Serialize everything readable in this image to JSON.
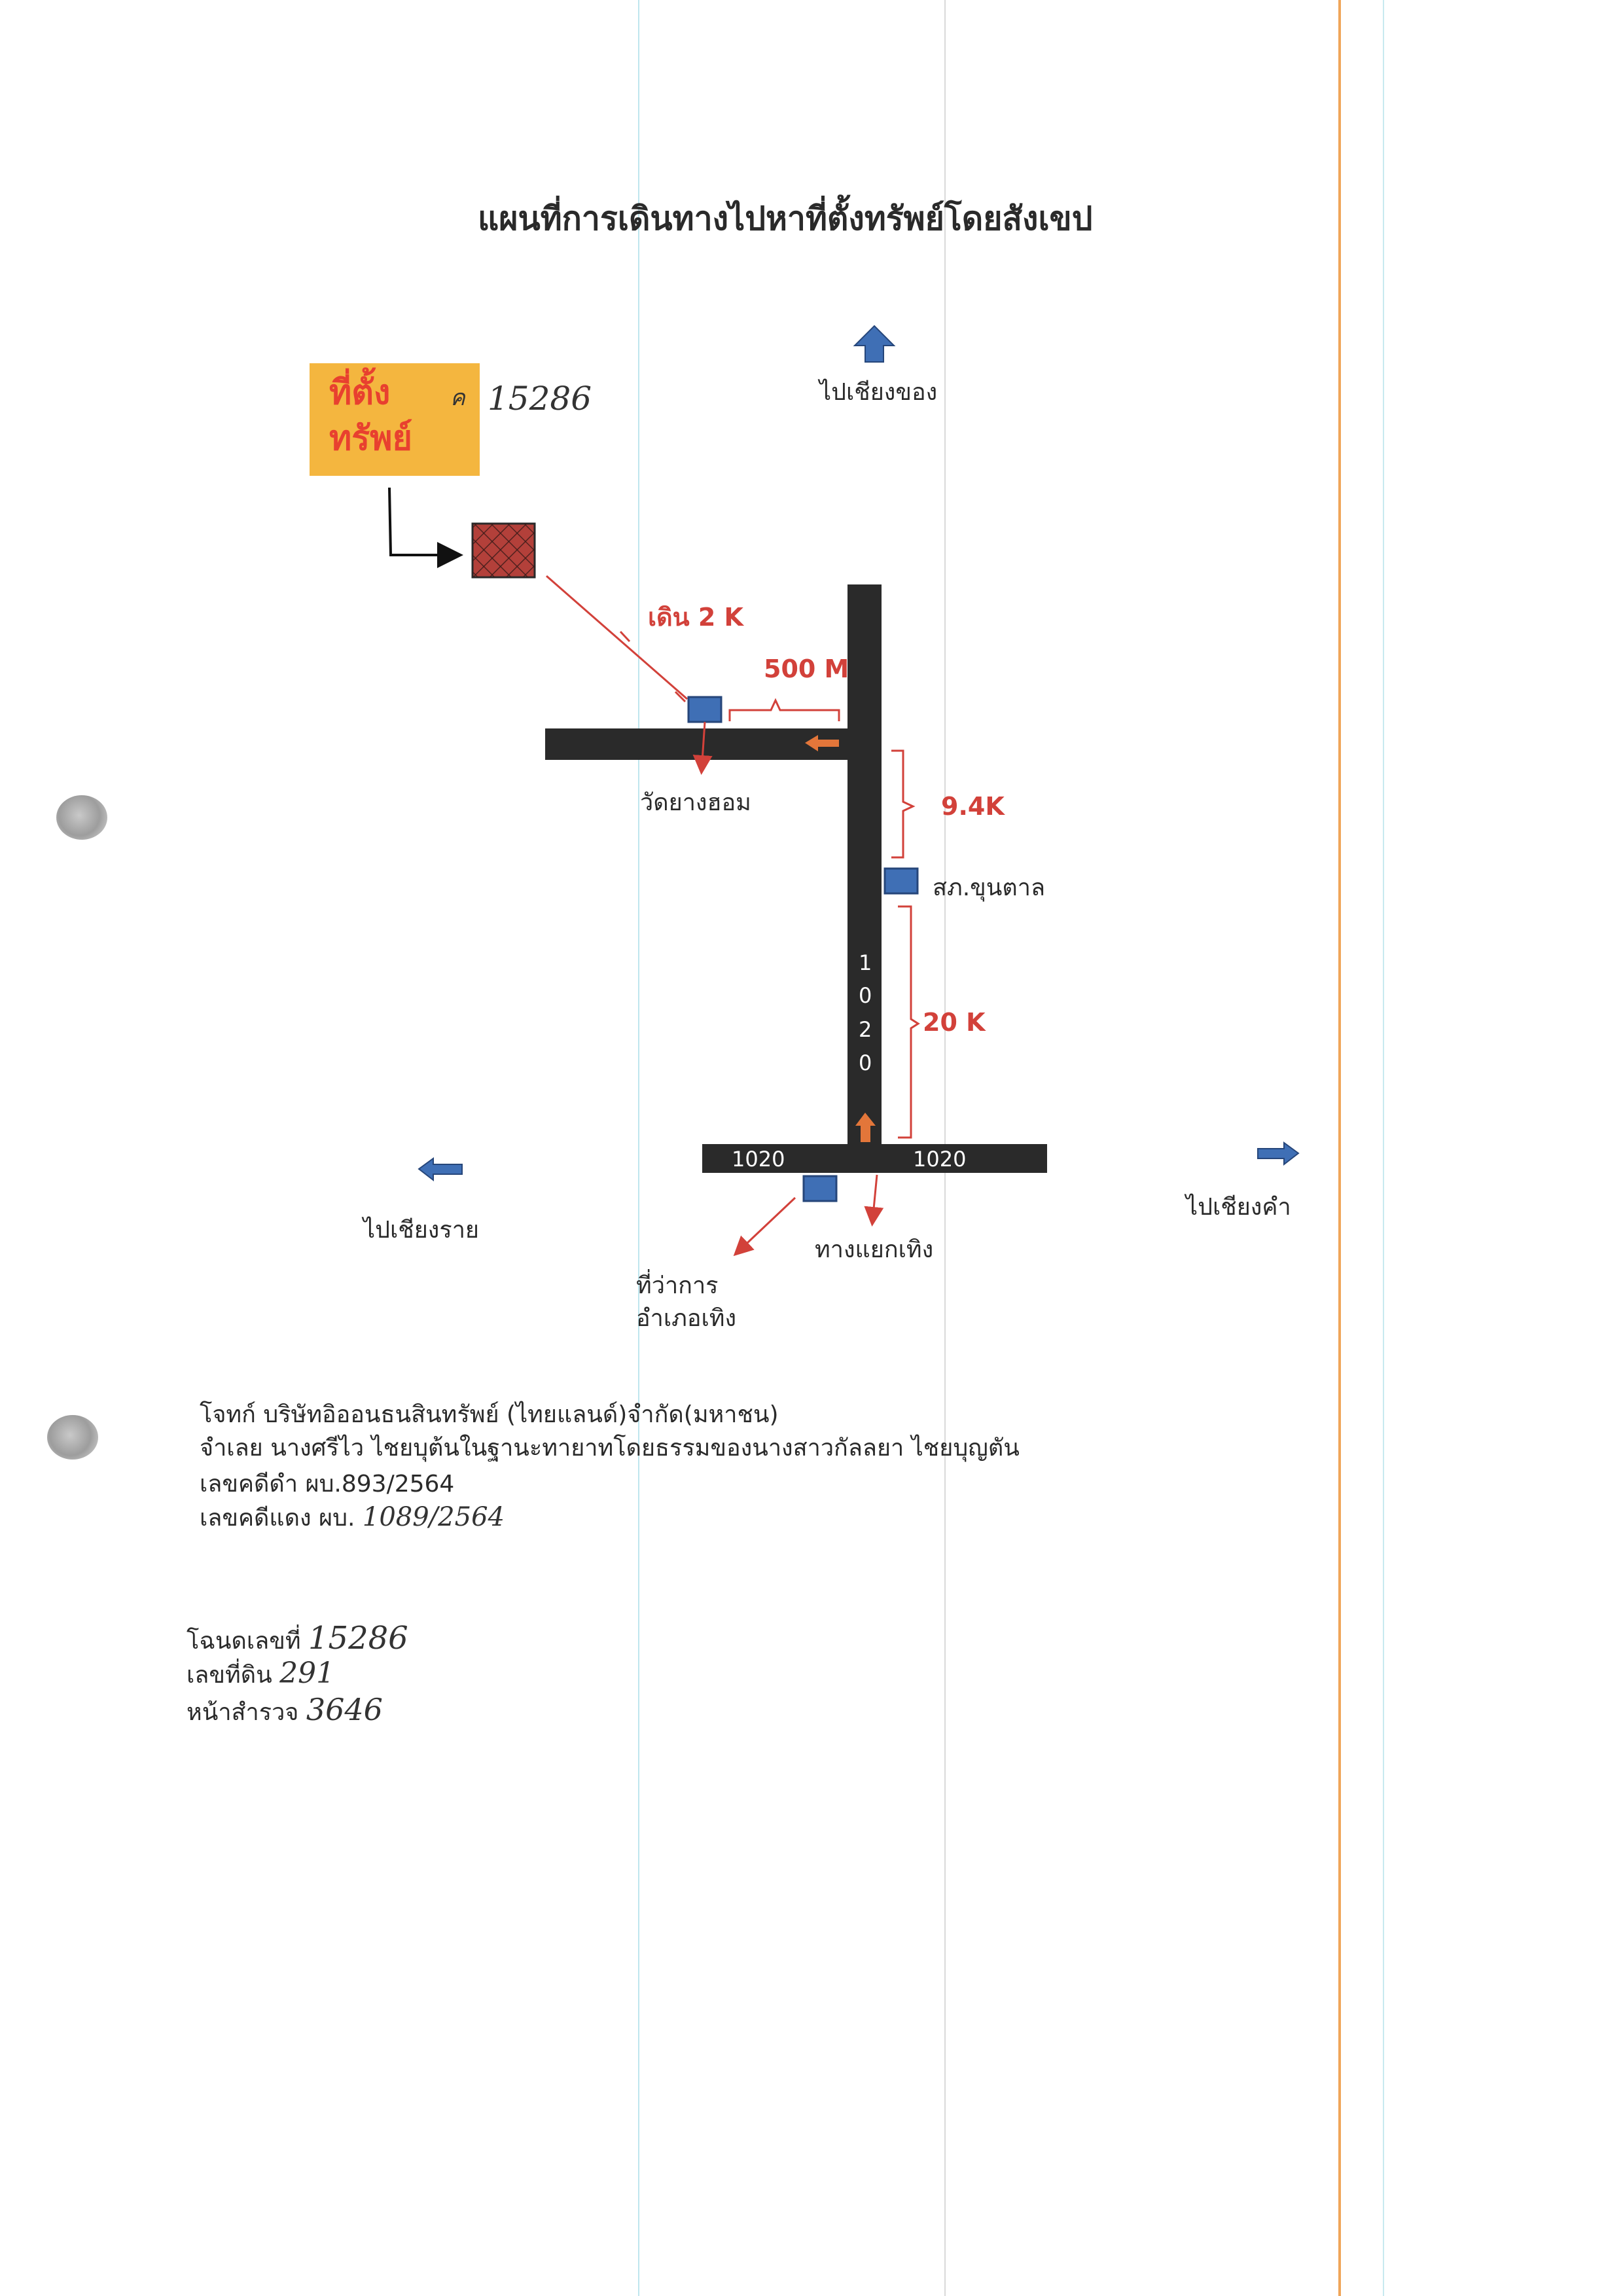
{
  "title": "แผนที่การเดินทางไปหาที่ตั้งทรัพย์โดยสังเขป",
  "legend": {
    "line1": "ที่ตั้ง",
    "line2": "ทรัพย์",
    "handwritten_prefix": "ค",
    "handwritten_number": "15286"
  },
  "directions": {
    "north": "ไปเชียงของ",
    "west": "ไปเชียงราย",
    "east": "ไปเชียงคำ"
  },
  "places": {
    "temple": "วัดยางฮอม",
    "police": "สภ.ขุนตาล",
    "junction": "ทางแยกเทิง",
    "district_office_line1": "ที่ว่าการ",
    "district_office_line2": "อำเภอเทิง"
  },
  "distances": {
    "walk": "เดิน  2 K",
    "m500": "500 M",
    "k9_4": "9.4K",
    "k20": "20 K"
  },
  "roads": {
    "vertical_digits": [
      "1",
      "0",
      "2",
      "0"
    ],
    "horizontal_left": "1020",
    "horizontal_right": "1020"
  },
  "case_info": {
    "plaintiff": "โจทก์ บริษัทอิออนธนสินทรัพย์ (ไทยแลนด์)จำกัด(มหาชน)",
    "defendant": "จำเลย นางศรีไว ไชยบุต้นในฐานะทายาทโดยธรรมของนางสาวกัลลยา ไชยบุญตัน",
    "black_case_label": "เลขคดีดำ ผบ.",
    "black_case_number": "893/2564",
    "red_case_label": "เลขคดีแดง ผบ.",
    "red_case_number": "1089/2564"
  },
  "land_info": {
    "deed_label": "โฉนดเลขที่",
    "deed_number": "15286",
    "land_no_label": "เลขที่ดิน",
    "land_no": "291",
    "survey_label": "หน้าสำรวจ",
    "survey_no": "3646"
  },
  "colors": {
    "road": "#2a2a2a",
    "accent_red": "#d2413a",
    "legend_bg": "#f4b63f",
    "marker_blue": "#3f6fb5",
    "arrow_orange": "#e3763a",
    "property_fill": "#b3403a"
  }
}
